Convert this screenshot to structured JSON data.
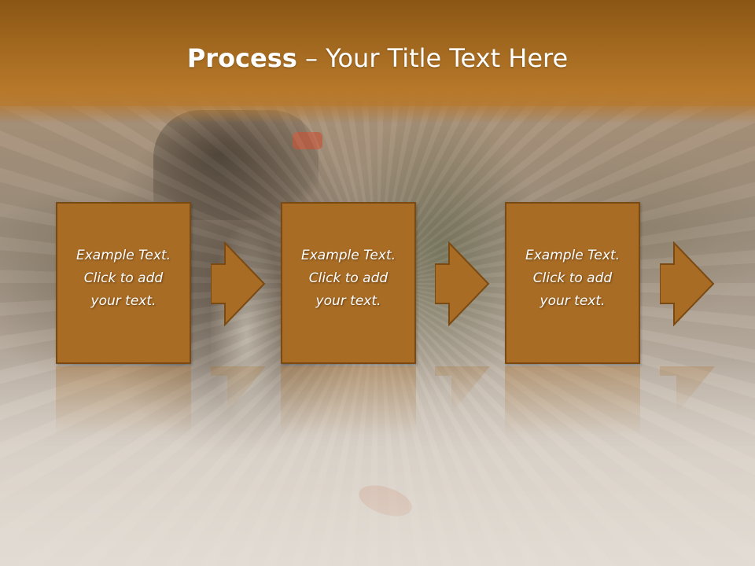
{
  "slide": {
    "title_bold": "Process",
    "title_rest": " – Your Title Text Here",
    "steps": [
      {
        "text": "Example Text.\nClick  to add\nyour text."
      },
      {
        "text": "Example Text.\nClick  to add\nyour text."
      },
      {
        "text": "Example Text.\nClick  to add\nyour text."
      }
    ]
  },
  "colors": {
    "title_band": "#a86d22",
    "step_fill": "#a86c25",
    "step_border": "#7a4a12",
    "text": "#ffffff"
  }
}
